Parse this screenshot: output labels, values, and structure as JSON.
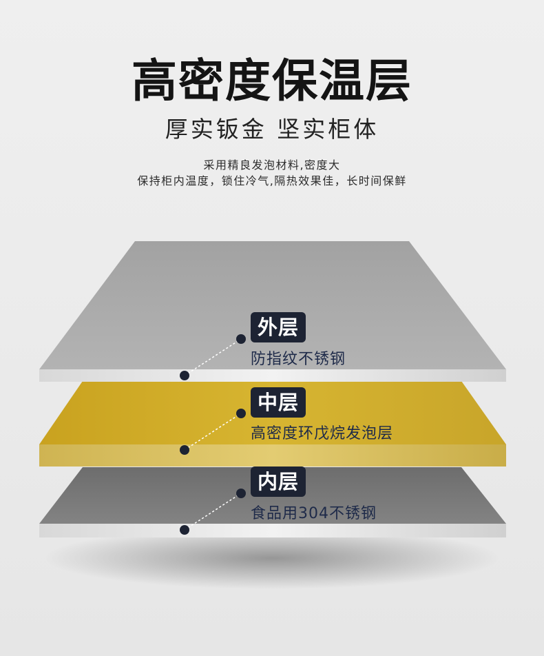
{
  "header": {
    "title": "高密度保温层",
    "subtitle": "厚实钣金 坚实柜体",
    "description_line1": "采用精良发泡材料,密度大",
    "description_line2": "保持柜内温度，锁住冷气,隔热效果佳，长时间保鲜"
  },
  "layers": [
    {
      "name": "外层",
      "description": "防指纹不锈钢",
      "color": "#a9a9a9"
    },
    {
      "name": "中层",
      "description": "高密度环戊烷发泡层",
      "color": "#cdaa2a"
    },
    {
      "name": "内层",
      "description": "食品用304不锈钢",
      "color": "#7a7a7a"
    }
  ],
  "colors": {
    "badge_background": "#1d2333",
    "label_text": "#1e2a49",
    "dot": "#1d2333"
  }
}
